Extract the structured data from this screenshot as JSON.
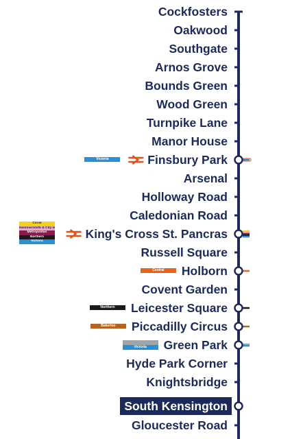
{
  "colors": {
    "piccadilly": "#1c2a5a",
    "victoria": "#2b8fd6",
    "circle": "#f5cf1e",
    "hammersmith_city": "#f1a8be",
    "metropolitan": "#8b1a4f",
    "northern": "#1a1a1a",
    "central": "#e2641e",
    "bakerloo": "#b26420",
    "jubilee": "#a0a5a9",
    "national_rail": "#e0541a"
  },
  "current_station": "South Kensington",
  "stations": [
    {
      "name": "Cockfosters",
      "type": "terminus"
    },
    {
      "name": "Oakwood",
      "type": "tick"
    },
    {
      "name": "Southgate",
      "type": "tick"
    },
    {
      "name": "Arnos Grove",
      "type": "tick"
    },
    {
      "name": "Bounds Green",
      "type": "tick"
    },
    {
      "name": "Wood Green",
      "type": "tick"
    },
    {
      "name": "Turnpike Lane",
      "type": "tick"
    },
    {
      "name": "Manor House",
      "type": "tick"
    },
    {
      "name": "Finsbury Park",
      "type": "interchange",
      "rail": true,
      "lines": [
        {
          "label": "Victoria",
          "key": "victoria"
        }
      ]
    },
    {
      "name": "Arsenal",
      "type": "tick"
    },
    {
      "name": "Holloway Road",
      "type": "tick"
    },
    {
      "name": "Caledonian Road",
      "type": "tick"
    },
    {
      "name": "King's Cross St. Pancras",
      "type": "interchange",
      "rail": true,
      "lines": [
        {
          "label": "Circle",
          "key": "circle"
        },
        {
          "label": "Hammersmith & City line",
          "key": "hammersmith_city"
        },
        {
          "label": "Metropolitan",
          "key": "metropolitan"
        },
        {
          "label": "Northern",
          "key": "northern"
        },
        {
          "label": "Victoria",
          "key": "victoria"
        }
      ]
    },
    {
      "name": "Russell Square",
      "type": "tick"
    },
    {
      "name": "Holborn",
      "type": "interchange",
      "rail": false,
      "lines": [
        {
          "label": "Central",
          "key": "central"
        }
      ]
    },
    {
      "name": "Covent Garden",
      "type": "tick"
    },
    {
      "name": "Leicester Square",
      "type": "interchange",
      "rail": false,
      "lines": [
        {
          "label": "Northern",
          "key": "northern"
        }
      ]
    },
    {
      "name": "Piccadilly Circus",
      "type": "interchange",
      "rail": false,
      "lines": [
        {
          "label": "Bakerloo",
          "key": "bakerloo"
        }
      ]
    },
    {
      "name": "Green Park",
      "type": "interchange",
      "rail": false,
      "lines": [
        {
          "label": "",
          "key": "jubilee"
        },
        {
          "label": "Victoria",
          "key": "victoria"
        }
      ]
    },
    {
      "name": "Hyde Park Corner",
      "type": "tick"
    },
    {
      "name": "Knightsbridge",
      "type": "tick"
    },
    {
      "name": "South Kensington",
      "type": "interchange-current",
      "rail": false,
      "lines": []
    },
    {
      "name": "Gloucester Road",
      "type": "tick"
    }
  ]
}
